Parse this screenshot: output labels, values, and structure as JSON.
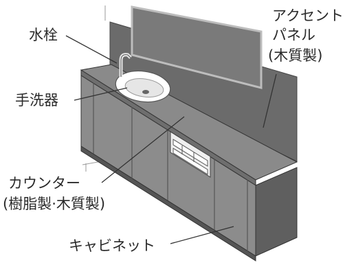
{
  "labels": {
    "faucet": "水栓",
    "hand_basin": "手洗器",
    "accent_panel_line1": "アクセント",
    "accent_panel_line2": "パネル",
    "accent_panel_line3": "(木質製)",
    "counter_line1": "カウンター",
    "counter_line2": "(樹脂製·木質製)",
    "cabinet": "キャビネット"
  },
  "colors": {
    "panel": "#6b6b6b",
    "mirror": "#7a7a7a",
    "countertop": "#8a8a8a",
    "cabinet_front": "#8c8c8c",
    "cabinet_side": "#5f5f5f",
    "basin": "#ffffff",
    "outline": "#444444",
    "leader": "#333333"
  }
}
